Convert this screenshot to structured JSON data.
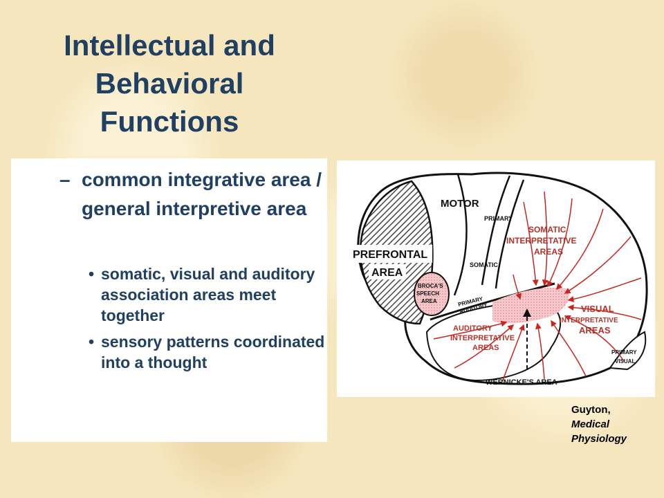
{
  "slide": {
    "title_lines": [
      "Intellectual and",
      "Behavioral",
      "Functions"
    ],
    "dash_marker": "–",
    "bullet_marker": "•",
    "main_point": "common integrative area / general interpretive area",
    "sub_points": [
      "somatic, visual and auditory association areas meet together",
      "sensory patterns coordinated into a thought"
    ],
    "credit": {
      "author": "Guyton,",
      "book_line1": "Medical",
      "book_line2": "Physiology"
    }
  },
  "figure": {
    "labels": {
      "motor": "MOTOR",
      "primary_motor": "PRIMARY",
      "prefrontal_1": "PREFRONTAL",
      "prefrontal_2": "AREA",
      "somatic": "SOMATIC",
      "somatic_interp_1": "SOMATIC",
      "somatic_interp_2": "INTERPRETATIVE",
      "somatic_interp_3": "AREAS",
      "broca_1": "BROCA'S",
      "broca_2": "SPEECH",
      "broca_3": "AREA",
      "primary_auditory_1": "PRIMARY",
      "primary_auditory_2": "AUDITORY",
      "auditory_interp_1": "AUDITORY",
      "auditory_interp_2": "INTERPRETATIVE",
      "auditory_interp_3": "AREAS",
      "visual_interp_1": "VISUAL",
      "visual_interp_2": "INTERPRETATIVE",
      "visual_interp_3": "AREAS",
      "primary_visual_1": "PRIMARY",
      "primary_visual_2": "VISUAL",
      "wernicke": "WERNICKE'S AREA"
    },
    "colors": {
      "outline": "#111111",
      "arrows": "#c8251f",
      "interp_text": "#b3322a",
      "wernicke_fill": "#f2b8bd",
      "prefrontal_hatch": "#555555"
    }
  }
}
